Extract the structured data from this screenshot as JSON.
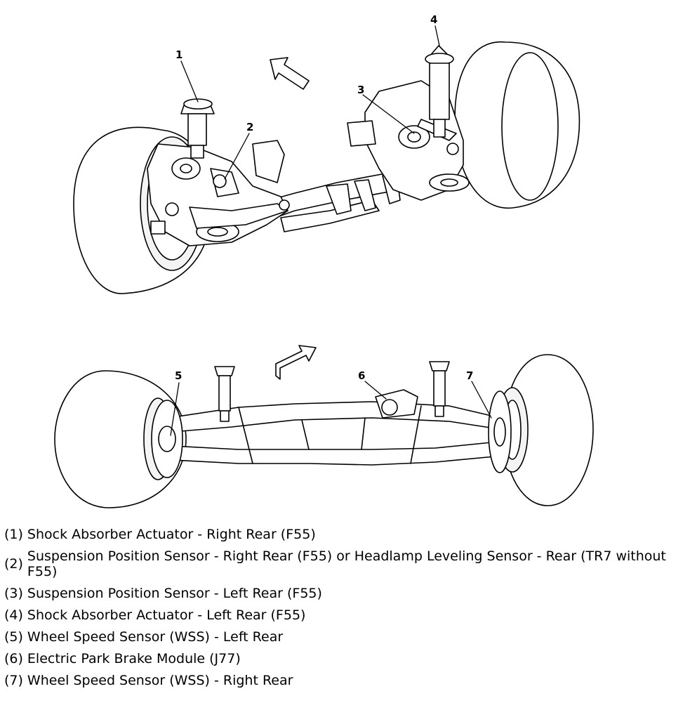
{
  "callouts": [
    "1",
    "2",
    "3",
    "4",
    "5",
    "6",
    "7"
  ],
  "legend": [
    {
      "num": "(1)",
      "text": "Shock Absorber Actuator - Right Rear (F55)"
    },
    {
      "num": "(2)",
      "text": "Suspension Position Sensor - Right Rear (F55) or Headlamp Leveling Sensor - Rear (TR7 without F55)"
    },
    {
      "num": "(3)",
      "text": "Suspension Position Sensor - Left Rear (F55)"
    },
    {
      "num": "(4)",
      "text": "Shock Absorber Actuator - Left Rear (F55)"
    },
    {
      "num": "(5)",
      "text": "Wheel Speed Sensor (WSS) - Left Rear"
    },
    {
      "num": "(6)",
      "text": "Electric Park Brake Module (J77)"
    },
    {
      "num": "(7)",
      "text": "Wheel Speed Sensor (WSS) - Right Rear"
    }
  ]
}
